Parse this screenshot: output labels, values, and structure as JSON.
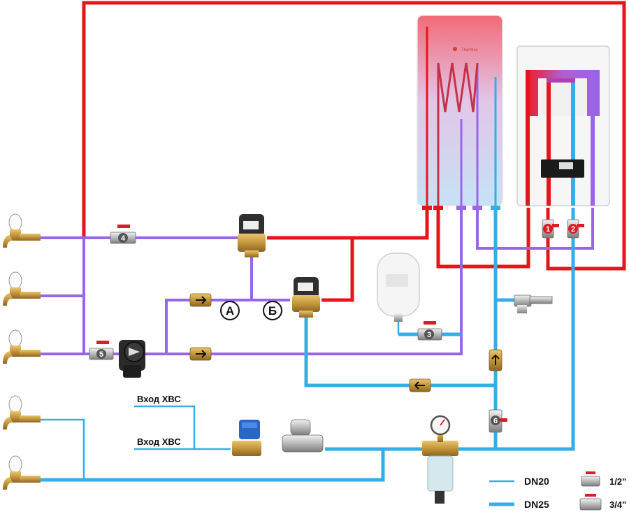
{
  "colors": {
    "hot": "#e8141c",
    "recirc": "#9966e8",
    "cold": "#35aee8",
    "brass": "#c89a3a",
    "valve_handle": "#d81f26"
  },
  "inputs": {
    "cold_in_upper": "Вход ХВС",
    "cold_in_lower": "Вход ХВС"
  },
  "markers": {
    "a": "А",
    "b": "Б"
  },
  "valve_numbers": [
    "1",
    "2",
    "3",
    "4",
    "5",
    "6"
  ],
  "legend": {
    "thin_line_label": "DN20",
    "thick_line_label": "DN25",
    "small_valve_label": "1/2\"",
    "large_valve_label": "3/4\""
  },
  "boiler_brand": "Thermex",
  "icons": [
    "tap-icon",
    "ball-valve-icon",
    "check-valve-icon",
    "pump-icon",
    "mixing-valve-icon",
    "expansion-tank-icon",
    "safety-valve-icon",
    "solenoid-valve-icon",
    "pressure-reducer-icon",
    "filter-icon",
    "pressure-gauge-icon",
    "water-heater-icon",
    "gas-boiler-icon"
  ]
}
